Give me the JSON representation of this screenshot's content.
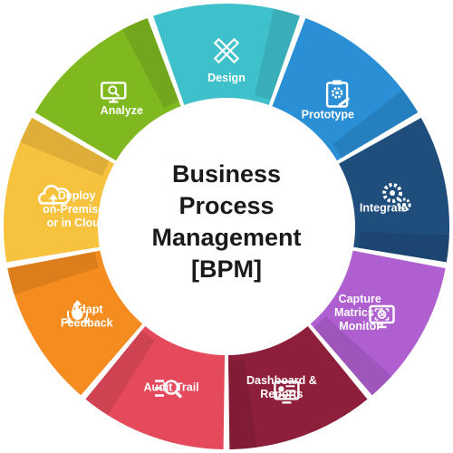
{
  "center": {
    "lines": [
      "Business",
      "Process",
      "Management",
      "[BPM]"
    ]
  },
  "segments": [
    {
      "id": "analyze",
      "lines": [
        "Analyze"
      ],
      "color": "#7fb81f",
      "icon": "monitor-search-icon"
    },
    {
      "id": "design",
      "lines": [
        "Design"
      ],
      "color": "#3fc1cc",
      "icon": "pencil-ruler-icon"
    },
    {
      "id": "prototype",
      "lines": [
        "Prototype"
      ],
      "color": "#2b8fd6",
      "icon": "clipboard-gear-icon"
    },
    {
      "id": "integrate",
      "lines": [
        "Integrate"
      ],
      "color": "#1f4e7d",
      "icon": "gears-icon"
    },
    {
      "id": "capture",
      "lines": [
        "Capture",
        "Matrics &",
        "Monitor"
      ],
      "color": "#b05fd1",
      "icon": "monitor-target-icon"
    },
    {
      "id": "dashboard",
      "lines": [
        "Dashboard &",
        "Reports"
      ],
      "color": "#8e1f3a",
      "icon": "dashboard-screen-icon"
    },
    {
      "id": "audit",
      "lines": [
        "Audit Trail"
      ],
      "color": "#e54a5c",
      "icon": "list-search-icon"
    },
    {
      "id": "adapt",
      "lines": [
        "Adapt",
        "Feedback"
      ],
      "color": "#f58c1f",
      "icon": "cycle-arrows-icon"
    },
    {
      "id": "deploy",
      "lines": [
        "Deploy",
        "on-Premises",
        "or in Cloud"
      ],
      "color": "#f7c23e",
      "icon": "cloud-upload-icon"
    }
  ]
}
